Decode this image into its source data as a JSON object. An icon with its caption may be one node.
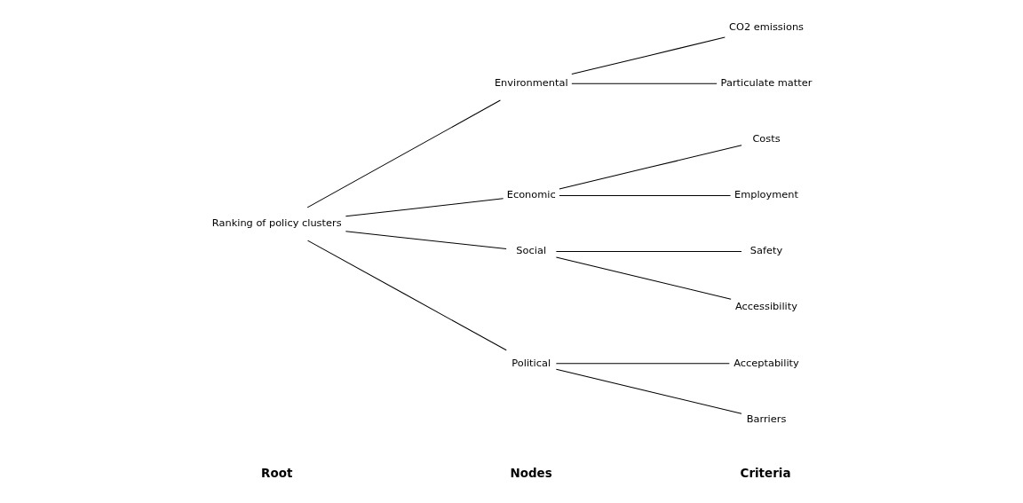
{
  "diagram": {
    "nodes": [
      {
        "text": [
          "Ranking of policy clusters"
        ]
      },
      {
        "text": [
          "Environmental"
        ]
      },
      {
        "text": [
          "Economic"
        ]
      },
      {
        "text": [
          "Social"
        ]
      },
      {
        "text": [
          "Political"
        ]
      },
      {
        "text": [
          "CO2 emissions"
        ]
      },
      {
        "text": [
          "Particulate matter"
        ]
      },
      {
        "text": [
          "Costs"
        ]
      },
      {
        "text": [
          "Employment"
        ]
      },
      {
        "text": [
          "Safety"
        ]
      },
      {
        "text": [
          "Accessibility"
        ]
      },
      {
        "text": [
          "Acceptability"
        ]
      },
      {
        "text": [
          "Barriers"
        ]
      }
    ],
    "edges": [
      {
        "from": 0,
        "to": 1,
        "arrow": "none"
      },
      {
        "from": 0,
        "to": 2,
        "arrow": "none"
      },
      {
        "from": 0,
        "to": 3,
        "arrow": "none"
      },
      {
        "from": 0,
        "to": 4,
        "arrow": "none"
      },
      {
        "from": 1,
        "to": 5,
        "arrow": "none"
      },
      {
        "from": 1,
        "to": 6,
        "arrow": "none"
      },
      {
        "from": 2,
        "to": 7,
        "arrow": "none"
      },
      {
        "from": 2,
        "to": 8,
        "arrow": "none"
      },
      {
        "from": 3,
        "to": 9,
        "arrow": "none"
      },
      {
        "from": 3,
        "to": 10,
        "arrow": "none"
      },
      {
        "from": 4,
        "to": 11,
        "arrow": "none"
      },
      {
        "from": 4,
        "to": 12,
        "arrow": "none"
      }
    ],
    "labels": [
      "Root",
      "Nodes",
      "Criteria"
    ]
  }
}
